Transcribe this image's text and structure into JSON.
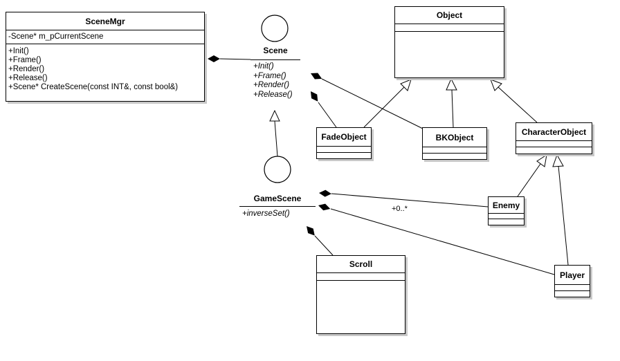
{
  "classes": {
    "scenemgr": {
      "name": "SceneMgr",
      "attributes": [
        "-Scene* m_pCurrentScene"
      ],
      "operations": [
        "+Init()",
        "+Frame()",
        "+Render()",
        "+Release()",
        "+Scene* CreateScene(const INT&, const bool&)"
      ]
    },
    "object": {
      "name": "Object"
    },
    "fadeobject": {
      "name": "FadeObject"
    },
    "bkobject": {
      "name": "BKObject"
    },
    "characterobject": {
      "name": "CharacterObject"
    },
    "enemy": {
      "name": "Enemy"
    },
    "player": {
      "name": "Player"
    },
    "scroll": {
      "name": "Scroll"
    }
  },
  "interfaces": {
    "scene": {
      "name": "Scene",
      "operations": [
        "+Init()",
        "+Frame()",
        "+Render()",
        "+Release()"
      ]
    },
    "gamescene": {
      "name": "GameScene",
      "operations": [
        "+inverseSet()"
      ]
    }
  },
  "labels": {
    "enemy_multiplicity": "+0..*"
  },
  "colors": {
    "line": "#000000",
    "shadow": "#c8c8c8",
    "background": "#ffffff"
  }
}
